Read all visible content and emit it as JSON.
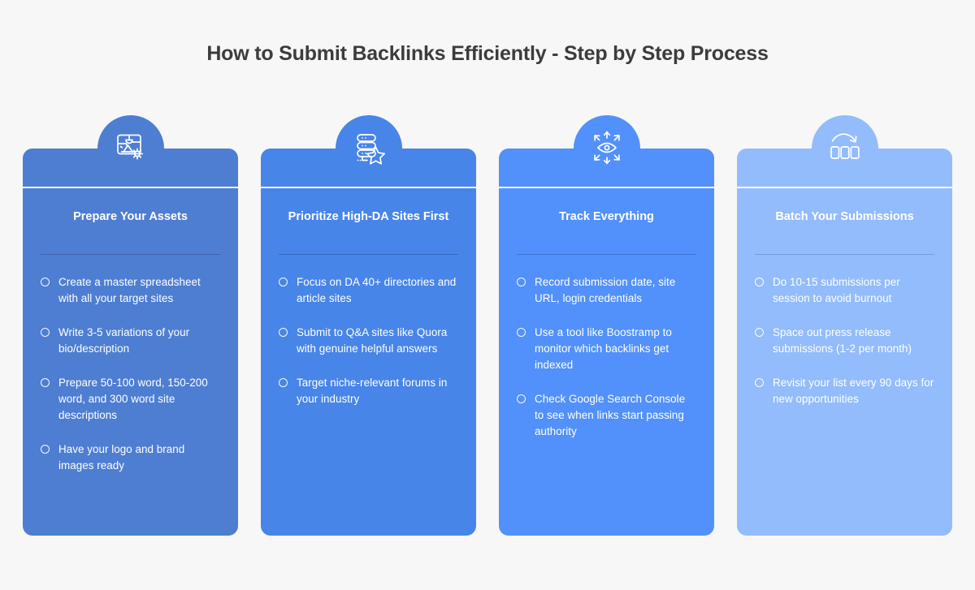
{
  "page": {
    "title": "How to Submit Backlinks Efficiently - Step by Step Process",
    "background_color": "#f7f7f7",
    "title_color": "#3c3c3c"
  },
  "cards": [
    {
      "heading": "Prepare Your Assets",
      "icon": "image-settings-icon",
      "color": "#4e7ed2",
      "items": [
        "Create a master spreadsheet with all your target sites",
        "Write 3-5 variations of your bio/description",
        "Prepare 50-100 word, 150-200 word, and 300 word site descriptions",
        "Have your logo and brand images ready"
      ]
    },
    {
      "heading": "Prioritize High-DA Sites First",
      "icon": "server-star-icon",
      "color": "#4885e8",
      "items": [
        "Focus on DA 40+ directories and article sites",
        "Submit to Q&A sites like Quora with genuine helpful answers",
        "Target niche-relevant forums in your industry"
      ]
    },
    {
      "heading": "Track Everything",
      "icon": "eye-monitor-icon",
      "color": "#5291fb",
      "items": [
        "Record submission date, site URL, login credentials",
        "Use a tool like Boostramp to monitor which backlinks get indexed",
        "Check Google Search Console to see when links start passing authority"
      ]
    },
    {
      "heading": "Batch Your Submissions",
      "icon": "batch-arrow-icon",
      "color": "#93bcfc",
      "items": [
        "Do 10-15 submissions per session to avoid burnout",
        "Space out press release submissions (1-2 per month)",
        "Revisit your list every 90 days for new opportunities"
      ]
    }
  ]
}
